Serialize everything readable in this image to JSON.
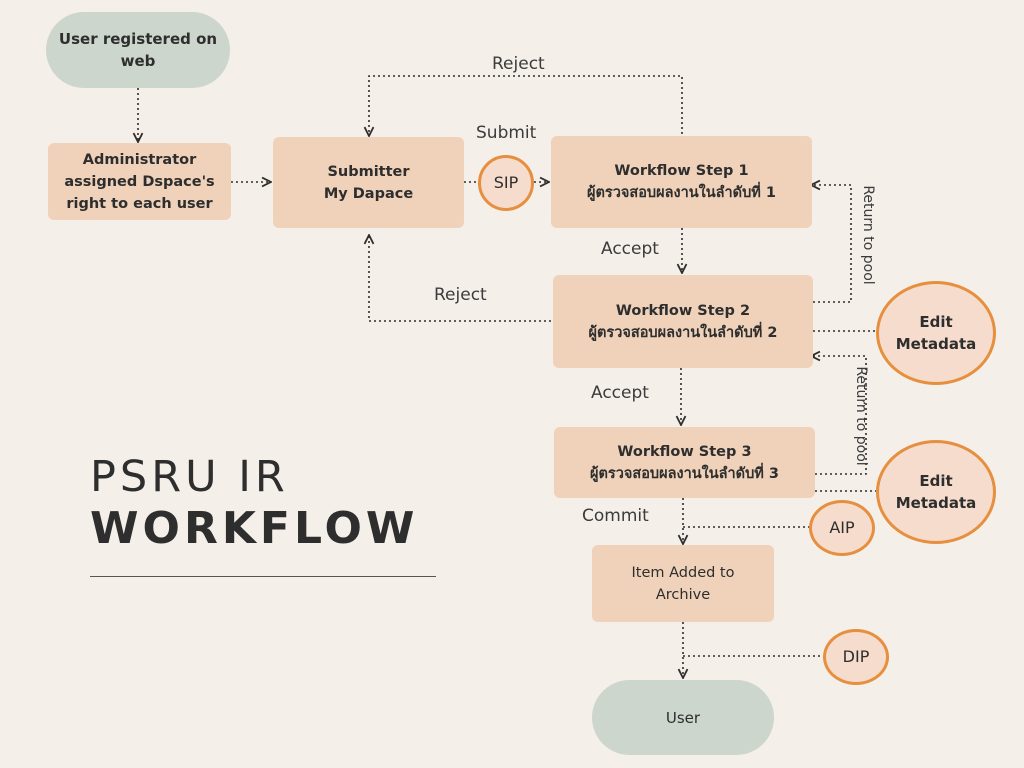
{
  "title": {
    "line1": "PSRU IR",
    "line2": "WORKFLOW"
  },
  "nodes": {
    "user_registered": "User registered on\nweb",
    "administrator": "Administrator\nassigned Dspace's\nright to each user",
    "submitter": "Submitter\nMy Dapace",
    "sip": "SIP",
    "step1": "Workflow Step 1\nผู้ตรวจสอบผลงานในลำดับที่ 1",
    "step2": "Workflow Step 2\nผู้ตรวจสอบผลงานในลำดับที่ 2",
    "step3": "Workflow Step 3\nผู้ตรวจสอบผลงานในลำดับที่ 3",
    "edit_metadata_1": "Edit\nMetadata",
    "edit_metadata_2": "Edit\nMetadata",
    "aip": "AIP",
    "archive": "Item Added to\nArchive",
    "dip": "DIP",
    "user": "User"
  },
  "labels": {
    "reject_top": "Reject",
    "submit": "Submit",
    "accept_1": "Accept",
    "reject_mid": "Reject",
    "accept_2": "Accept",
    "commit": "Commit",
    "return_pool_1": "Return to pool",
    "return_pool_2": "Return to pool"
  },
  "colors": {
    "background": "#f5efe9",
    "box": "#efd2b9",
    "pill": "#ccd6cd",
    "circle_fill": "#f6dccc",
    "circle_border": "#e58f3f",
    "connector": "#2e2e2e"
  }
}
